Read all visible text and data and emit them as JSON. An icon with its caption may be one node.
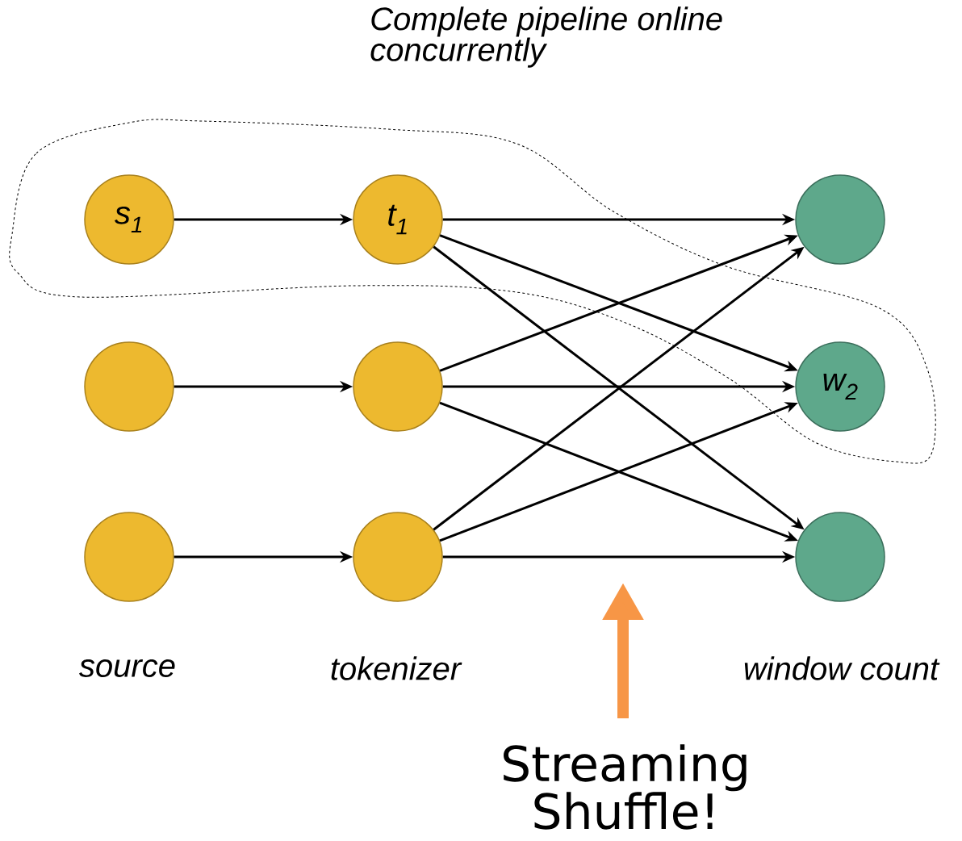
{
  "diagram": {
    "nodes": [
      {
        "text": [
          "s$_{1}$"
        ]
      },
      {
        "text": [
          "t$_{1}$"
        ]
      },
      {
        "text": [],
        "shape": "circle"
      },
      {
        "text": [],
        "shape": "circle"
      },
      {
        "text": [],
        "shape": "circle"
      },
      {
        "text": [
          "w$_{2}$"
        ]
      },
      {
        "text": [],
        "shape": "circle"
      },
      {
        "text": [],
        "shape": "circle"
      },
      {
        "text": [],
        "shape": "circle"
      }
    ],
    "edges": [
      {
        "from": 0,
        "to": 1,
        "arrow": "to"
      },
      {
        "from": 3,
        "to": 4,
        "arrow": "to"
      },
      {
        "from": 6,
        "to": 7,
        "arrow": "to"
      },
      {
        "from": 1,
        "to": 2,
        "arrow": "to"
      },
      {
        "from": 1,
        "to": 5,
        "arrow": "to"
      },
      {
        "from": 1,
        "to": 8,
        "arrow": "to"
      },
      {
        "from": 4,
        "to": 2,
        "arrow": "to"
      },
      {
        "from": 4,
        "to": 5,
        "arrow": "to"
      },
      {
        "from": 4,
        "to": 8,
        "arrow": "to"
      },
      {
        "from": 7,
        "to": 2,
        "arrow": "to"
      },
      {
        "from": 7,
        "to": 5,
        "arrow": "to"
      },
      {
        "from": 7,
        "to": 8,
        "arrow": "to"
      }
    ],
    "labels": [
      "Complete pipeline online concurrently",
      "source",
      "tokenizer",
      "window count",
      "Streaming Shuffle!"
    ]
  }
}
